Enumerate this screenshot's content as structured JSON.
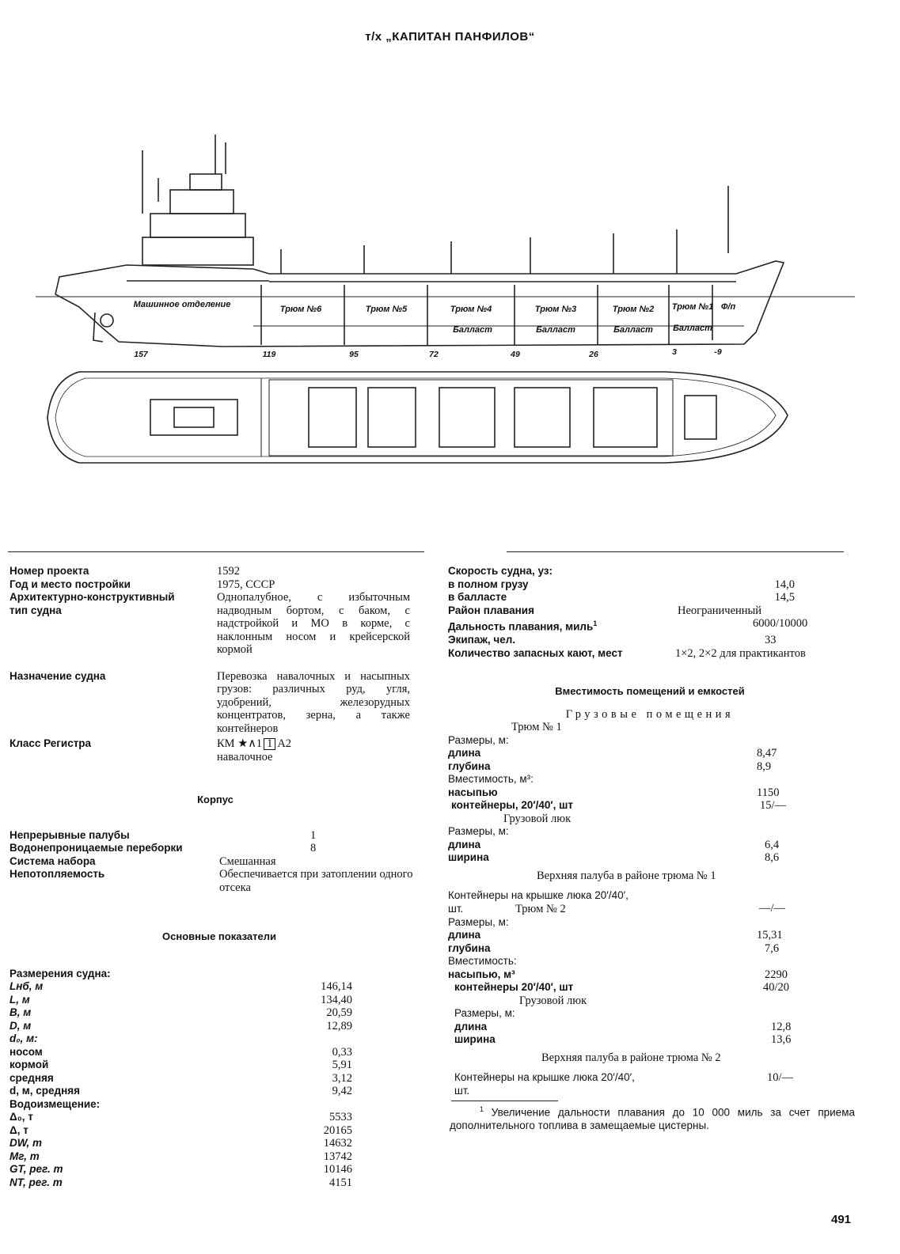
{
  "title": "т/х „КАПИТАН ПАНФИЛОВ“",
  "drawing": {
    "compartments": [
      "Машинное отделение",
      "Трюм №6",
      "Трюм №5",
      "Трюм №4",
      "Трюм №3",
      "Трюм №2",
      "Трюм №1",
      "Ф/п"
    ],
    "ballast": [
      "Балласт",
      "Балласт",
      "Балласт",
      "Балласт"
    ],
    "frames": [
      "157",
      "119",
      "95",
      "72",
      "49",
      "26",
      "3",
      "-9"
    ]
  },
  "left": {
    "rows": [
      {
        "label": "Номер проекта",
        "value": "1592"
      },
      {
        "label": "Год и место постройки",
        "value": "1975, СССР"
      },
      {
        "label": "Архитектурно-конструктивный тип судна",
        "value": "Однопалубное, с избыточным надводным бортом, с баком, с надстройкой и МО в корме, с наклонным носом и крейсерской кормой"
      },
      {
        "label": "Назначение судна",
        "value": "Перевозка навалочных и насыпных грузов: различных руд, угля, удобрений, железорудных концентратов, зерна, а также контейнеров"
      },
      {
        "label": "Класс Регистра",
        "value_a": "КМ ★∧1",
        "value_box": "1",
        "value_b": "А2",
        "value_c": "навалочное"
      }
    ],
    "hull_heading": "Корпус",
    "hull": [
      {
        "label": "Непрерывные палубы",
        "value": "1"
      },
      {
        "label": "Водонепроницаемые переборки",
        "value": "8"
      },
      {
        "label": "Система набора",
        "value": "Смешанная"
      },
      {
        "label": "Непотопляемость",
        "value": "Обеспечивается при затоплении одного отсека"
      }
    ],
    "main_heading": "Основные показатели",
    "dims_label": "Размерения судна:",
    "dims": [
      {
        "label": "Lнб, м",
        "value": "146,14"
      },
      {
        "label": "L, м",
        "value": "134,40"
      },
      {
        "label": "B, м",
        "value": "20,59"
      },
      {
        "label": "D, м",
        "value": "12,89"
      },
      {
        "label": "d₀, м:",
        "value": ""
      },
      {
        "label": "носом",
        "value": "0,33"
      },
      {
        "label": "кормой",
        "value": "5,91"
      },
      {
        "label": "средняя",
        "value": "3,12"
      },
      {
        "label": "d, м, средняя",
        "value": "9,42"
      },
      {
        "label": "Водоизмещение:",
        "value": ""
      },
      {
        "label": "Δ₀, т",
        "value": "5533"
      },
      {
        "label": "Δ, т",
        "value": "20165"
      },
      {
        "label": "DW, т",
        "value": "14632"
      },
      {
        "label": "Mг, т",
        "value": "13742"
      },
      {
        "label": "GT, рег. т",
        "value": "10146"
      },
      {
        "label": "NT, рег. т",
        "value": "4151"
      }
    ]
  },
  "right": {
    "speed_label": "Скорость судна, уз:",
    "speed": [
      {
        "label": "в полном грузу",
        "value": "14,0"
      },
      {
        "label": "в балласте",
        "value": "14,5"
      }
    ],
    "area": {
      "label": "Район плавания",
      "value": "Неограниченный"
    },
    "range": {
      "label": "Дальность плавания, миль",
      "sup": "1",
      "value": "6000/10000"
    },
    "crew": {
      "label": "Экипаж, чел.",
      "value": "33"
    },
    "cabins": {
      "label": "Количество запасных кают, мест",
      "value": "1×2, 2×2 для практикантов"
    },
    "capacity_heading": "Вместимость помещений и емкостей",
    "cargo_heading": "Грузовые помещения",
    "hold1_title": "Трюм № 1",
    "hold1": [
      {
        "label": "Размеры, м:",
        "value": ""
      },
      {
        "label": "длина",
        "value": "8,47"
      },
      {
        "label": "глубина",
        "value": "8,9"
      },
      {
        "label": "Вместимость, м³:",
        "value": ""
      },
      {
        "label": "насыпью",
        "value": "1150"
      },
      {
        "label": "контейнеры, 20′/40′, шт",
        "value": "15/—"
      }
    ],
    "hatch_title": "Грузовой люк",
    "hatch1": [
      {
        "label": "Размеры, м:",
        "value": ""
      },
      {
        "label": "длина",
        "value": "6,4"
      },
      {
        "label": "ширина",
        "value": "8,6"
      }
    ],
    "deck1_title": "Верхняя палуба в районе трюма № 1",
    "deck1": {
      "label": "Контейнеры на крышке люка 20′/40′, шт.",
      "value": "—/—"
    },
    "hold2_title": "Трюм № 2",
    "hold2": [
      {
        "label": "Размеры, м:",
        "value": ""
      },
      {
        "label": "длина",
        "value": "15,31"
      },
      {
        "label": "глубина",
        "value": "7,6"
      },
      {
        "label": "Вместимость:",
        "value": ""
      },
      {
        "label": "насыпью, м³",
        "value": "2290"
      },
      {
        "label": "контейнеры 20′/40′, шт",
        "value": "40/20"
      }
    ],
    "hatch2": [
      {
        "label": "Размеры, м:",
        "value": ""
      },
      {
        "label": "длина",
        "value": "12,8"
      },
      {
        "label": "ширина",
        "value": "13,6"
      }
    ],
    "deck2_title": "Верхняя палуба в районе трюма № 2",
    "deck2": {
      "label": "Контейнеры на крышке люка 20′/40′, шт.",
      "value": "10/—"
    },
    "footnote_mark": "1",
    "footnote": "Увеличение дальности плавания до 10 000 миль за счет приема дополнительного топлива в замещаемые цистерны."
  },
  "page_number": "491"
}
